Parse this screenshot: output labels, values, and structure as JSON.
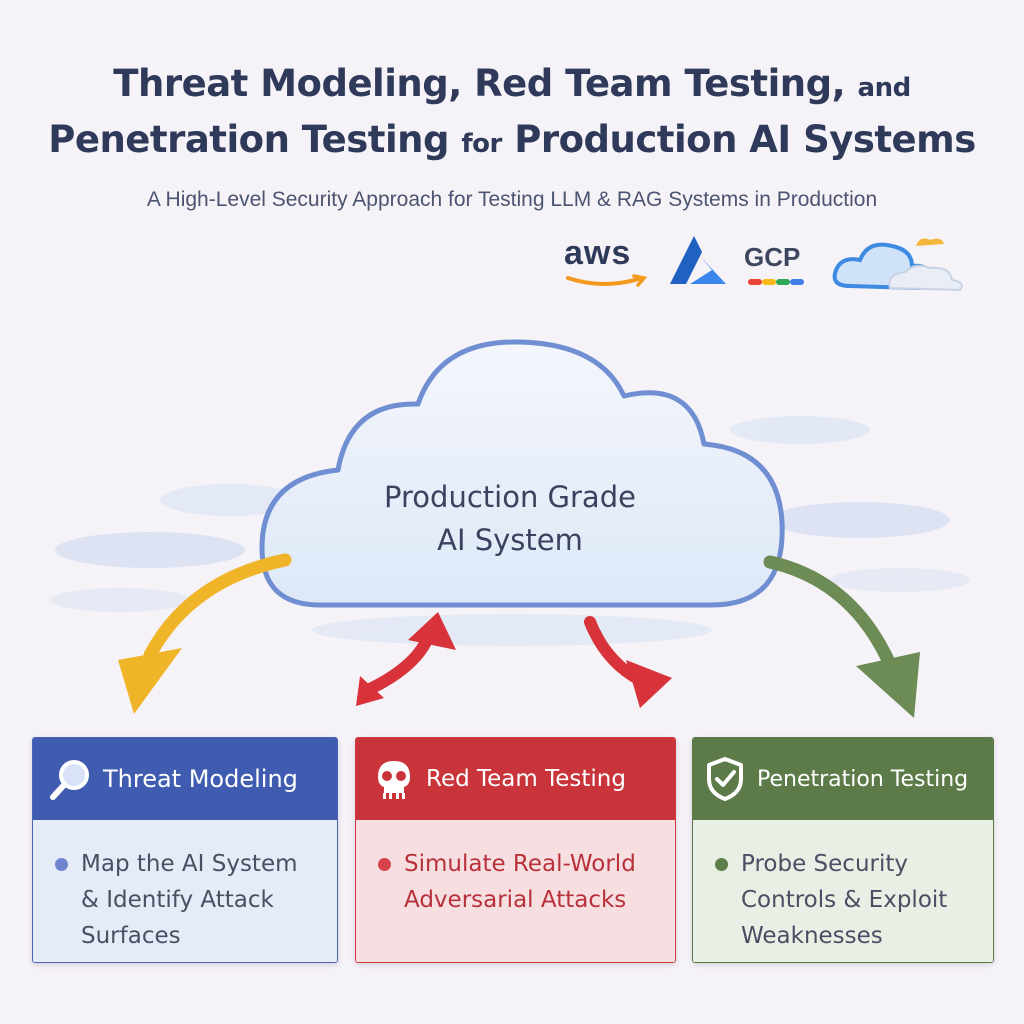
{
  "header": {
    "title_line_1": "Threat Modeling, Red Team Testing,",
    "title_line_1_tail": "and",
    "title_line_2_a": "Penetration Testing",
    "title_line_2_mid": "for",
    "title_line_2_b": "Production AI Systems",
    "subtitle": "A High-Level Security Approach for Testing LLM & RAG Systems in Production"
  },
  "logos": {
    "aws": "aws",
    "azure_icon": "azure-icon",
    "gcp": "GCP",
    "cloud_icon": "cloud-icon"
  },
  "cloud": {
    "line_1": "Production Grade",
    "line_2": "AI System"
  },
  "cards": [
    {
      "title": "Threat Modeling",
      "icon": "magnifier-icon",
      "body": [
        "Map the AI System",
        "& Identify Attack",
        "Surfaces"
      ],
      "color": "#3f5cb0"
    },
    {
      "title": "Red Team Testing",
      "icon": "skull-icon",
      "body": [
        "Simulate Real-World",
        "Adversarial Attacks"
      ],
      "color": "#c9343a"
    },
    {
      "title": "Penetration Testing",
      "icon": "shield-check-icon",
      "body": [
        "Probe Security",
        "Controls & Exploit",
        "Weaknesses"
      ],
      "color": "#5d7b48"
    }
  ],
  "arrow_colors": {
    "yellow": "#f0b429",
    "red": "#d8323a",
    "green": "#6d8b55"
  }
}
